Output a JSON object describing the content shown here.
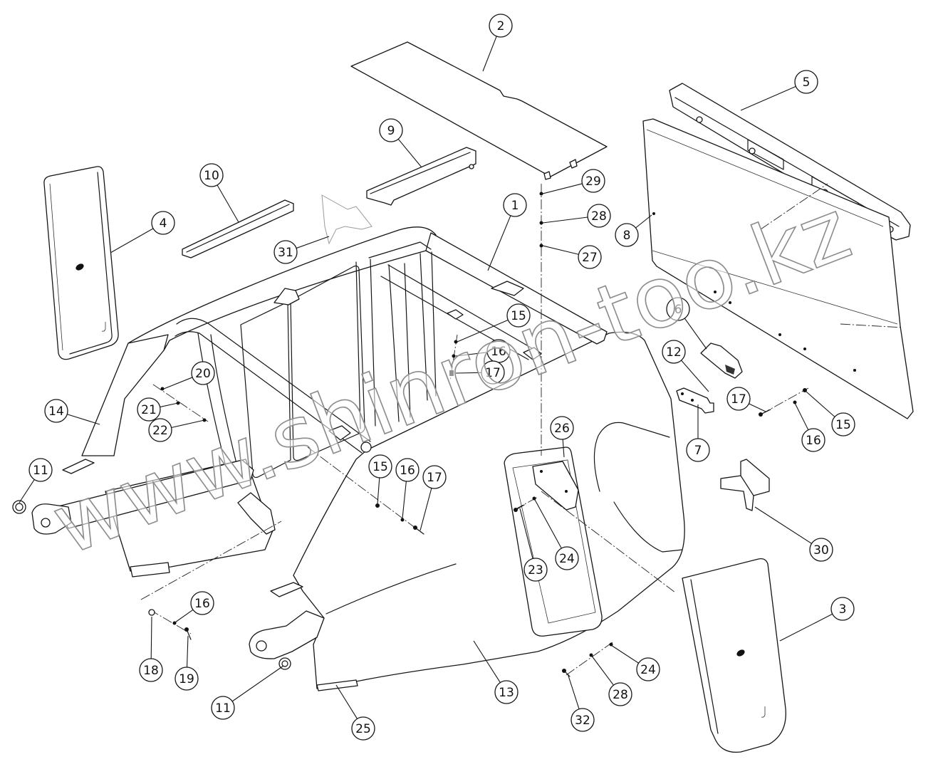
{
  "diagram": {
    "callouts": [
      "2",
      "5",
      "9",
      "10",
      "4",
      "29",
      "1",
      "28",
      "31",
      "8",
      "27",
      "15",
      "6",
      "12",
      "16",
      "17",
      "20",
      "14",
      "21",
      "17",
      "15",
      "16",
      "22",
      "7",
      "26",
      "11",
      "15",
      "16",
      "17",
      "30",
      "23",
      "24",
      "16",
      "3",
      "18",
      "19",
      "24",
      "13",
      "28",
      "11",
      "32",
      "25"
    ]
  },
  "watermark": "www.shinron-too.kz"
}
